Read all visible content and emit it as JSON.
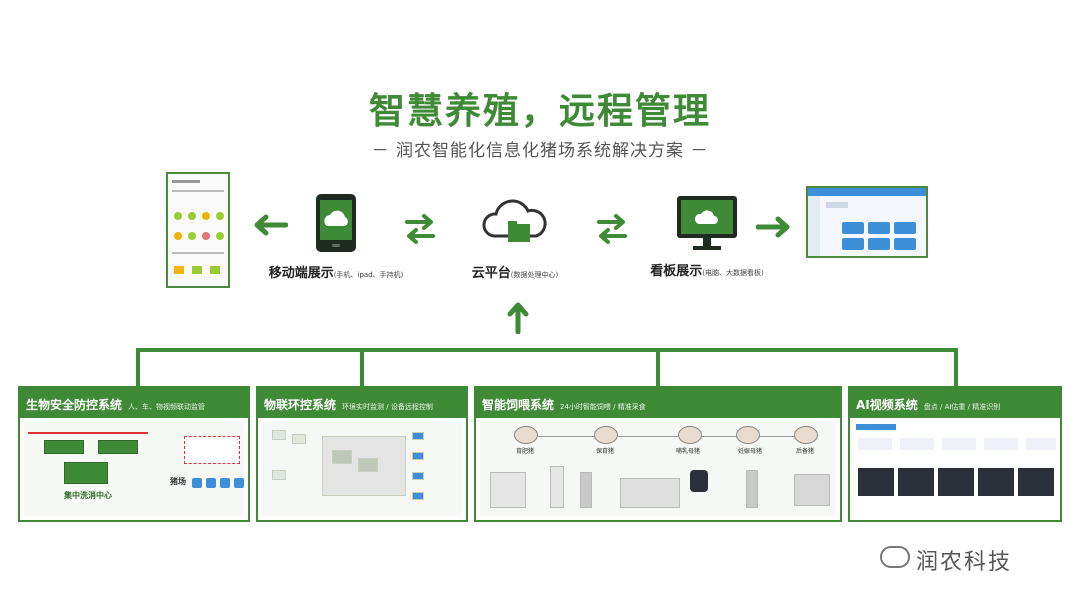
{
  "header": {
    "title": "智慧养殖，远程管理",
    "subtitle": "－ 润农智能化信息化猪场系统解决方案 －"
  },
  "top_nodes": {
    "mobile": {
      "label": "移动端展示",
      "note": "(手机、ipad、手持机)"
    },
    "cloud": {
      "label": "云平台",
      "note": "(数据处理中心)"
    },
    "board": {
      "label": "看板展示",
      "note": "(电脑、大数据看板)"
    }
  },
  "panels": [
    {
      "title": "生物安全防控系统",
      "subtitle": "人、车、物视频联动监管",
      "caption_1": "集中洗消中心",
      "caption_2": "猪场"
    },
    {
      "title": "物联环控系统",
      "subtitle": "环境实时监测 / 设备远程控制"
    },
    {
      "title": "智能饲喂系统",
      "subtitle": "24小时智能饲喂 / 精准采食"
    },
    {
      "title": "AI视频系统",
      "subtitle": "盘点 / AI估重 / 精准识别"
    }
  ],
  "feeding_labels": [
    "育肥猪",
    "保育猪",
    "哺乳母猪",
    "妊娠母猪",
    "后备猪"
  ],
  "watermark": {
    "text": "润农科技"
  },
  "colors": {
    "brand_green": "#3f8a36",
    "accent_blue": "#3d8fd8"
  }
}
